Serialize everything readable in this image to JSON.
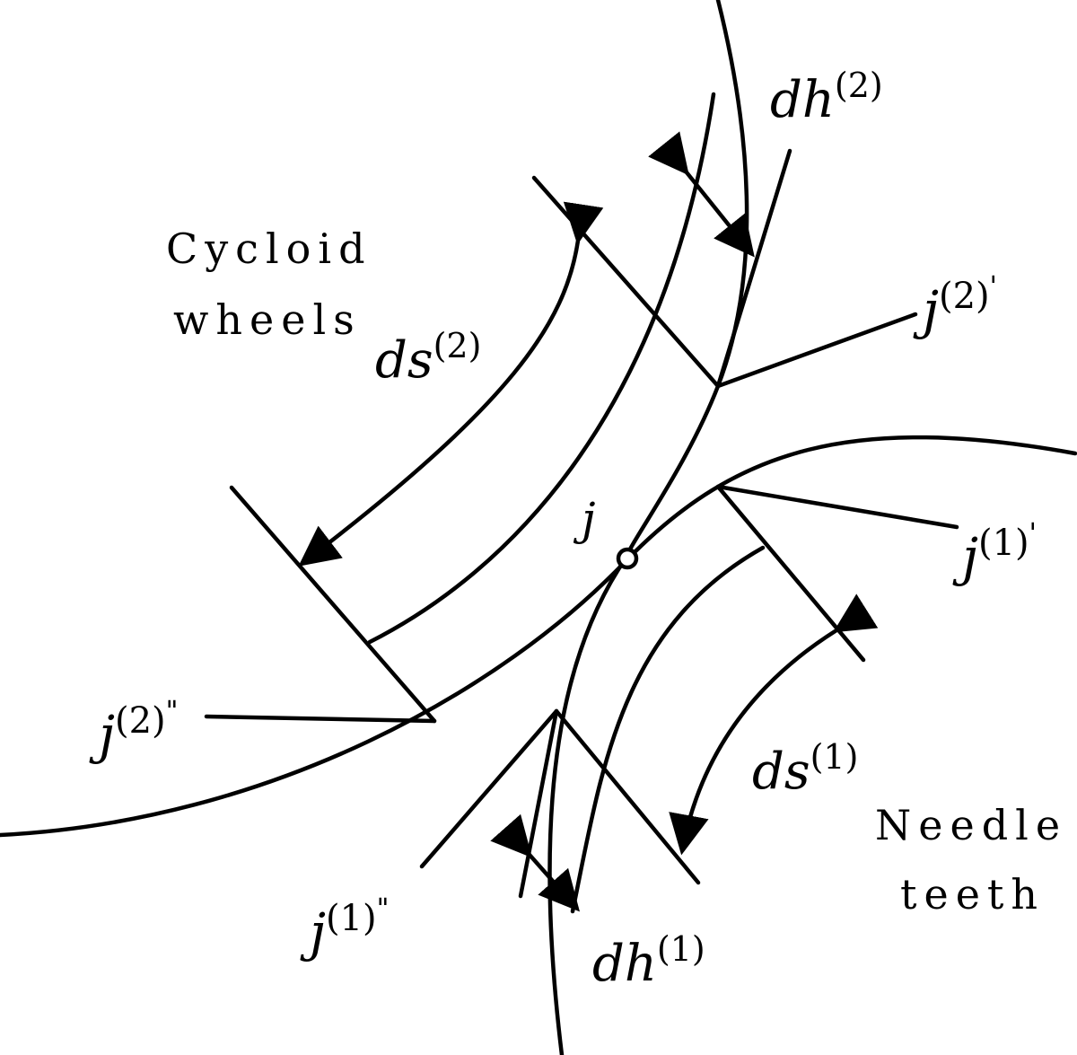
{
  "regions": {
    "cycloid_line1": "Cycloid",
    "cycloid_line2": "wheels",
    "needle_line1": "Needle",
    "needle_line2": "teeth"
  },
  "labels": {
    "ds2": {
      "base": "ds",
      "sup": "(2)"
    },
    "dh2": {
      "base": "dh",
      "sup": "(2)"
    },
    "ds1": {
      "base": "ds",
      "sup": "(1)"
    },
    "dh1": {
      "base": "dh",
      "sup": "(1)"
    },
    "j": {
      "base": "j"
    },
    "j2p": {
      "base": "j",
      "sup": "(2)",
      "prime": "'"
    },
    "j2pp": {
      "base": "j",
      "sup": "(2)",
      "prime": "\""
    },
    "j1p": {
      "base": "j",
      "sup": "(1)",
      "prime": "'"
    },
    "j1pp": {
      "base": "j",
      "sup": "(1)",
      "prime": "\""
    }
  }
}
